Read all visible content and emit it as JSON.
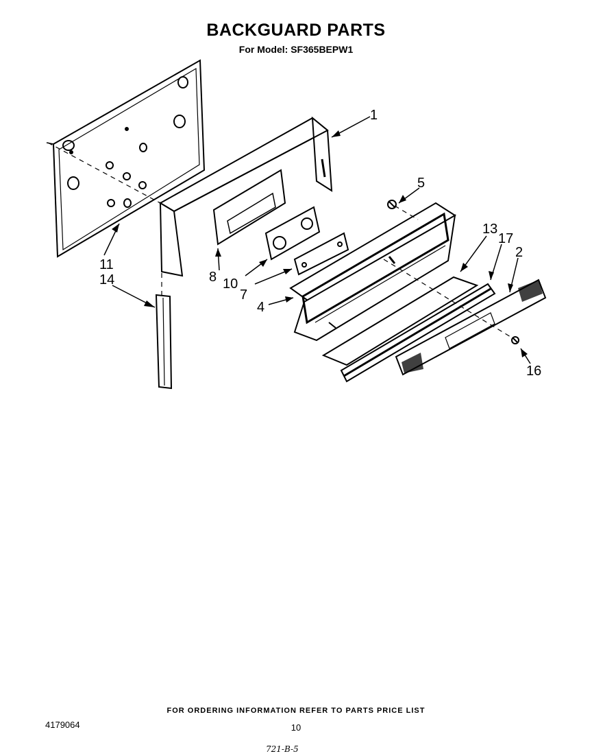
{
  "header": {
    "title": "BACKGUARD PARTS",
    "subtitle": "For Model: SF365BEPW1"
  },
  "callouts": {
    "c1": "1",
    "c2": "2",
    "c4": "4",
    "c5": "5",
    "c7": "7",
    "c8": "8",
    "c10": "10",
    "c11": "11",
    "c13": "13",
    "c14": "14",
    "c16": "16",
    "c17": "17"
  },
  "footer": {
    "note": "FOR ORDERING INFORMATION REFER TO PARTS PRICE LIST",
    "doc_number": "4179064",
    "page_number": "10",
    "handwritten": "721-B-5"
  }
}
